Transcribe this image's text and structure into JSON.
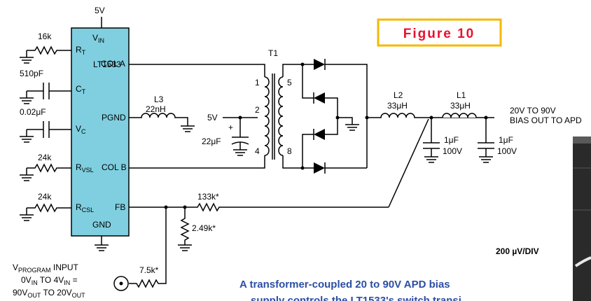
{
  "figure": {
    "title": "Figure 10",
    "title_color": "#e8112d",
    "box_color": "#f5b800",
    "caption_line1": "A transformer-coupled 20 to 90V APD bias",
    "caption_line2": "supply controls the LT1533's switch transi",
    "caption_color": "#2c4ea3"
  },
  "chip": {
    "name": "LT1533",
    "fill": "#7fcfe0",
    "supply": "5V",
    "pins": {
      "vin": "VIN",
      "rt": "RT",
      "ct": "CT",
      "vc": "VC",
      "rvsl": "RVSL",
      "rcsl": "RCSL",
      "cola": "COL A",
      "pgnd": "PGND",
      "colb": "COL B",
      "fb": "FB",
      "gnd": "GND"
    }
  },
  "components": {
    "r_rt": "16k",
    "c_ct": "510pF",
    "c_vc": "0.02μF",
    "r_rvsl": "24k",
    "r_rcsl": "24k",
    "l3_name": "L3",
    "l3_value": "22nH",
    "t1": "T1",
    "pin1": "1",
    "pin2": "2",
    "pin4": "4",
    "pin5": "5",
    "pin8": "8",
    "supply_5v": "5V",
    "c_22": "22μF",
    "cap_plus": "+",
    "l2_name": "L2",
    "l2_value": "33μH",
    "l1_name": "L1",
    "l1_value": "33μH",
    "c_1a": "1μF",
    "c_1a_v": "100V",
    "c_1b": "1μF",
    "c_1b_v": "100V",
    "output_line1": "20V TO 90V",
    "output_line2": "BIAS OUT TO APD",
    "r_133": "133k*",
    "r_249": "2.49k*",
    "r_75": "7.5k*"
  },
  "program": {
    "line1": "VPROGRAM INPUT",
    "line2": "0VIN TO 4VIN =",
    "line3": "90VOUT TO 20VOUT"
  },
  "scope": {
    "label": "200 µV/DIV"
  }
}
